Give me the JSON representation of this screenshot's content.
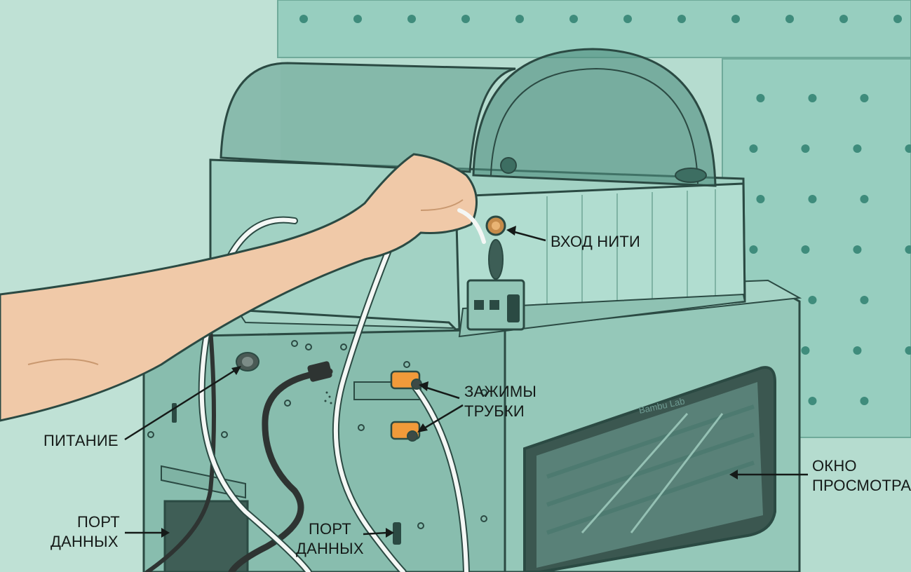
{
  "labels": {
    "filament_inlet": "ВХОД НИТИ",
    "tube_clamps_line1": "ЗАЖИМЫ",
    "tube_clamps_line2": "ТРУБКИ",
    "power": "ПИТАНИЕ",
    "viewing_window_line1": "ОКНО",
    "viewing_window_line2": "ПРОСМОТРА",
    "data_port_left_line1": "ПОРТ",
    "data_port_left_line2": "ДАННЫХ",
    "data_port_center_line1": "ПОРТ",
    "data_port_center_line2": "ДАННЫХ"
  },
  "brand": "Bambu Lab",
  "colors": {
    "wall": "#a7d6c8",
    "pegboard": "#92cbbb",
    "peg_hole": "#3f8c7c",
    "printer_body": "#93c6b7",
    "printer_shade": "#7fb3a4",
    "outline": "#2b4a43",
    "skin": "#f0c9a8",
    "clamp": "#f09a3a",
    "cable": "#2e3432",
    "tube": "#f4f7f5"
  }
}
